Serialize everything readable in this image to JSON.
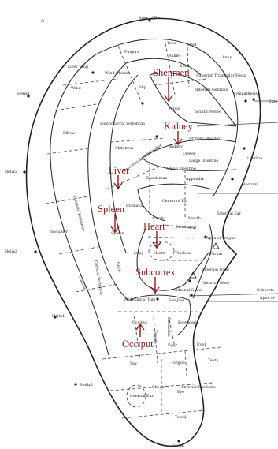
{
  "figure": {
    "corner_mark": "A",
    "regions": {
      "apex_of_ear": "Apex of Ear",
      "fingers": "Fingers",
      "toes": "Toes",
      "heel": "Heel",
      "ankle": "Ankle",
      "knee": "Knee",
      "anus": "Anus",
      "superior_triangular_fossa": "Superior Triangular Fossa",
      "liver_yang": "Liver Yang",
      "wind_stream": "Wind Stream",
      "hip": "Hip",
      "internal_genitals": "Internal Genitals",
      "sympathesis": "Sympathesis",
      "helix1": "Helix1",
      "wrist": "Wrist",
      "pelvis": "Pelvis",
      "sciatic_nerve": "Sciatic Nerve",
      "ext": "Exte",
      "lumbosacral_vertebrae": "Lumbosacral Vertebrae",
      "elbow": "Elbow",
      "abdomen": "Abdomen",
      "kidney_small": "Kidney",
      "urinary_bladder": "Urinary Bladder",
      "urethra": "Urethra",
      "ureter": "Ureter",
      "large_intestine": "Large Intestine",
      "pancreas_gallbladder": "Pancreas & Gallbladder",
      "small_intestine": "Small Intestine",
      "duodenum": "Duodenum",
      "appendix": "Appendix",
      "rectum": "Rectum",
      "helix3": "Helix3",
      "thoracic_vertebrae": "Thoracic Vertebrae",
      "shoulder": "Shoulder",
      "stomach": "Stomach",
      "center_of_ear": "Center of Ear",
      "cardia": "Cardia",
      "mouth": "Mouth",
      "esophagus": "Esophagus",
      "external_ear": "External Ear",
      "spleen_small": "Spleen",
      "apex_of_tragus": "Apex of Tragus",
      "helix2": "Helix2",
      "lung": "Lung",
      "heart_small": "Heart",
      "trachea": "Trachea",
      "throat": "Throat",
      "external_nose": "External Nose",
      "cervical_vertebrae": "Cervical Vertebrae",
      "neck": "Neck",
      "clavicle": "Clavicle",
      "internal_nose": "Internal Nose",
      "adrenal_gland": "Adrenal Gland",
      "subcortex_small": "Subcorte",
      "midpoint_of_rim": "Midpoint of Rim",
      "san_jiao": "San Jiao",
      "apex_of": "Apex of",
      "helix4": "Helix4",
      "occiput_small": "Occiput",
      "temple": "Temple",
      "endocrine": "Endocrine",
      "forehead": "Forehead",
      "eye2": "Eye2",
      "eye1": "Eye1",
      "jaw": "Jaw",
      "tongue": "Tongue",
      "teeth": "Teeth",
      "helix5": "Helix5",
      "anterior_ear_lobe": "Anterior Ear Lobe",
      "cheek": "Cheek",
      "eye": "Eye",
      "internal_ear": "Internal Ear",
      "tonsil": "Tonsil",
      "helix6": "Helix6"
    },
    "highlights": {
      "shenmen": "Shenmen",
      "kidney": "Kidney",
      "liver": "Liver",
      "spleen": "Spleen",
      "heart": "Heart",
      "subcortex": "Subcortex",
      "occiput": "Occiput"
    },
    "colors": {
      "highlight": "#8b1a1a",
      "ink": "#222222"
    }
  }
}
